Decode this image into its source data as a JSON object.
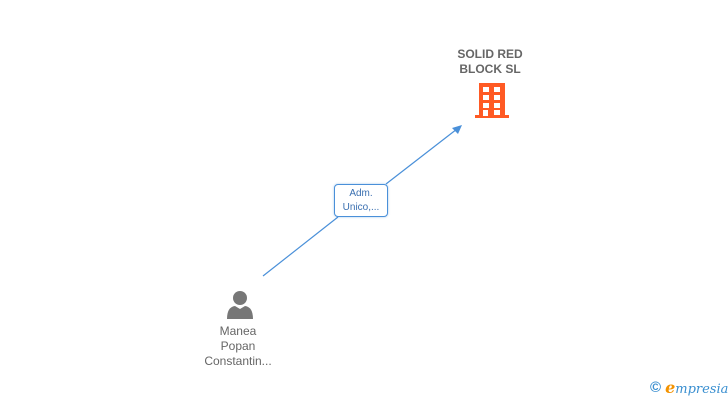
{
  "company": {
    "name_line1": "SOLID RED",
    "name_line2": "BLOCK SL",
    "icon": "building-icon",
    "color": "#ff5a24"
  },
  "relation": {
    "line1": "Adm.",
    "line2": "Unico,...",
    "color": "#4a90d9"
  },
  "person": {
    "name_line1": "Manea",
    "name_line2": "Popan",
    "name_line3": "Constantin...",
    "icon": "person-icon",
    "color": "#777777"
  },
  "footer": {
    "copyright": "©",
    "brand_initial": "e",
    "brand_rest": "mpresia"
  }
}
